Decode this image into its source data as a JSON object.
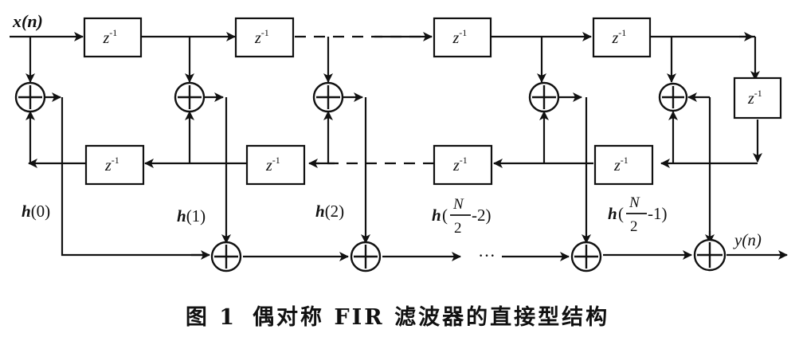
{
  "diagram": {
    "input_label": "x(n)",
    "output_label": "y(n)",
    "delay_label": "z",
    "delay_exponent": "-1",
    "ellipsis": "···",
    "coefficients": [
      {
        "name": "h",
        "arg": "(0)"
      },
      {
        "name": "h",
        "arg": "(1)"
      },
      {
        "name": "h",
        "arg": "(2)"
      },
      {
        "name": "h",
        "frac_num": "N",
        "frac_den": "2",
        "suffix": "-2)"
      },
      {
        "name": "h",
        "frac_num": "N",
        "frac_den": "2",
        "suffix": "-1)"
      }
    ],
    "line_color": "#111111"
  },
  "caption": {
    "figure_label": "图 1",
    "title": "偶对称 FIR 滤波器的直接型结构"
  }
}
